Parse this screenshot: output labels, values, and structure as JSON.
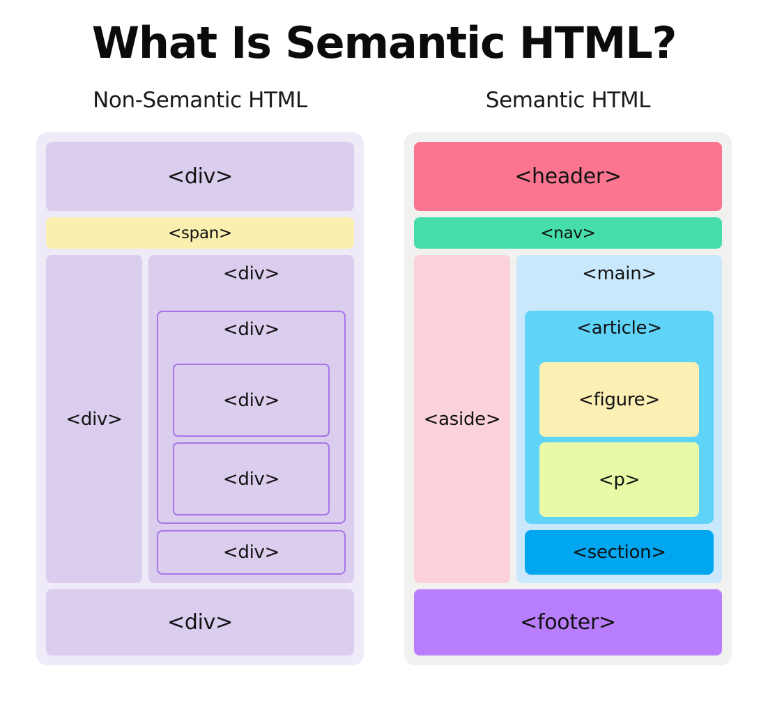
{
  "title": "What Is Semantic HTML?",
  "colors": {
    "canvas": "#FFFFFF",
    "panel_left_bg": "#EFEAF7",
    "panel_right_bg": "#F1F1F0",
    "div_fill": "#DBCDEE",
    "div_outline": "#A775E8",
    "span_fill": "#FBEFAF",
    "header_fill": "#FB7591",
    "nav_fill": "#45DDA8",
    "aside_fill": "#FBD1DA",
    "main_fill": "#CAE8FB",
    "article_fill": "#5FD4F8",
    "figure_fill": "#FCEFB4",
    "p_fill": "#E8F9A8",
    "section_fill": "#00A6F0",
    "footer_fill": "#B97EFD",
    "text": "#111111"
  },
  "left_column": {
    "heading": "Non-Semantic HTML",
    "top": "<div>",
    "span": "<span>",
    "sidebar": "<div>",
    "content_outer": "<div>",
    "nest_1": "<div>",
    "nest_2": "<div>",
    "nest_3": "<div>",
    "nest_4": "<div>",
    "bottom": "<div>"
  },
  "right_column": {
    "heading": "Semantic HTML",
    "header": "<header>",
    "nav": "<nav>",
    "aside": "<aside>",
    "main": "<main>",
    "article": "<article>",
    "figure": "<figure>",
    "paragraph": "<p>",
    "section": "<section>",
    "footer": "<footer>"
  }
}
